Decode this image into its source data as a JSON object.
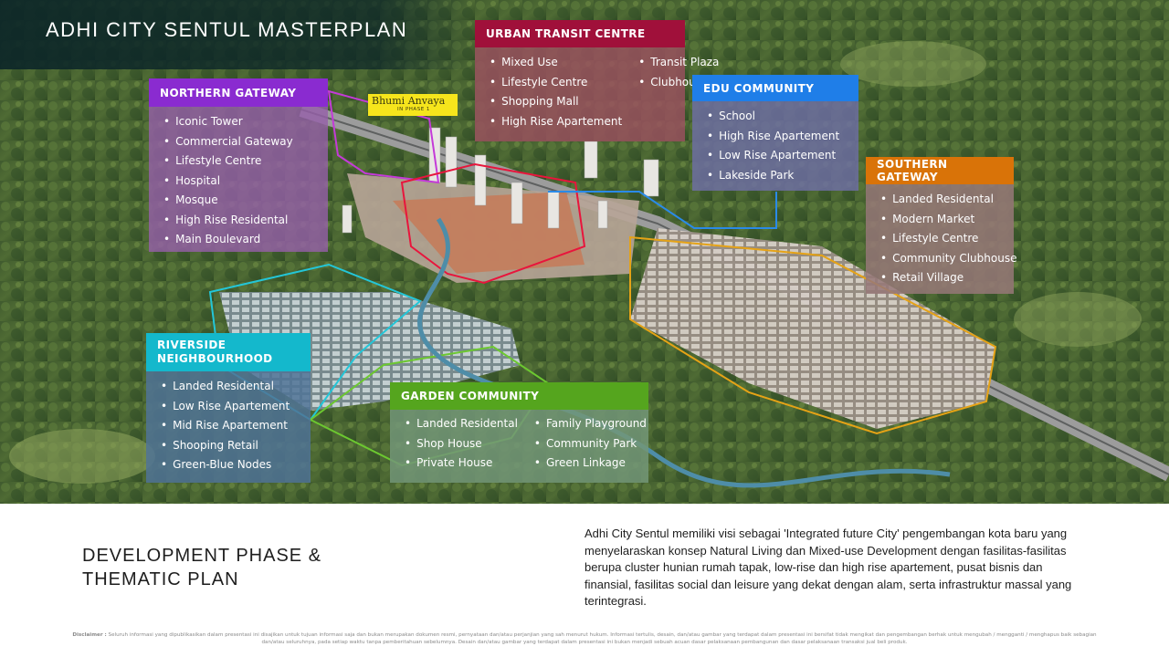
{
  "header": {
    "title": "ADHI CITY SENTUL MASTERPLAN"
  },
  "map": {
    "bhumi_logo": {
      "name": "Bhumi Anvaya",
      "tag": "IN PHASE 1"
    },
    "zones": [
      {
        "name": "NORTHERN GATEWAY",
        "color": "#8a2bd0",
        "items": [
          "Iconic Tower",
          "Commercial Gateway",
          "Lifestyle Centre",
          "Hospital",
          "Mosque",
          "High Rise Residental",
          "Main Boulevard"
        ]
      },
      {
        "name": "URBAN TRANSIT CENTRE",
        "color": "#a0103a",
        "items_left": [
          "Mixed Use",
          "Lifestyle Centre",
          "Shopping Mall",
          "High Rise Apartement"
        ],
        "items_right": [
          "Transit Plaza",
          "Clubhouse"
        ]
      },
      {
        "name": "EDU COMMUNITY",
        "color": "#1f7ee8",
        "items": [
          "School",
          "High Rise Apartement",
          "Low Rise Apartement",
          "Lakeside Park"
        ]
      },
      {
        "name": "SOUTHERN GATEWAY",
        "color": "#d97308",
        "items": [
          "Landed Residental",
          "Modern Market",
          "Lifestyle Centre",
          "Community Clubhouse",
          "Retail Village"
        ]
      },
      {
        "name_line1": "RIVERSIDE",
        "name_line2": "NEIGHBOURHOOD",
        "color": "#14b8cc",
        "items": [
          "Landed Residental",
          "Low Rise Apartement",
          "Mid Rise Apartement",
          "Shooping Retail",
          "Green-Blue Nodes"
        ]
      },
      {
        "name": "GARDEN COMMUNITY",
        "color": "#55a51e",
        "items_left": [
          "Landed Residental",
          "Shop House",
          "Private House"
        ],
        "items_right": [
          "Family Playground",
          "Community Park",
          "Green Linkage"
        ]
      }
    ]
  },
  "content": {
    "section_title_line1": "DEVELOPMENT PHASE &",
    "section_title_line2": "THEMATIC PLAN",
    "description": "Adhi City Sentul memiliki visi sebagai 'Integrated future City' pengembangan kota baru yang menyelaraskan konsep Natural Living dan Mixed-use Development dengan fasilitas-fasilitas berupa cluster hunian rumah tapak, low-rise dan high rise apartement, pusat bisnis dan finansial, fasilitas social dan leisure yang dekat dengan alam, serta infrastruktur massal yang terintegrasi."
  },
  "footer": {
    "disclaimer_label": "Disclaimer :",
    "disclaimer_text": "Seluruh informasi yang dipublikasikan dalam presentasi ini disajikan untuk tujuan informasi saja dan bukan merupakan dokumen resmi, pernyataan dan/atau perjanjian yang sah menurut hukum. Informasi tertulis, desain, dan/atau gambar yang terdapat dalam presentasi ini bersifat tidak mengikat dan pengembangan berhak untuk mengubah / mengganti / menghapus baik sebagian dan/atau seluruhnya, pada setiap waktu tanpa pemberitahuan sebelumnya. Desain dan/atau gambar yang terdapat dalam presentasi ini bukan menjadi sebuah acuan dasar pelaksanaan pembangunan dan dasar pelaksanaan transaksi jual beli produk."
  }
}
